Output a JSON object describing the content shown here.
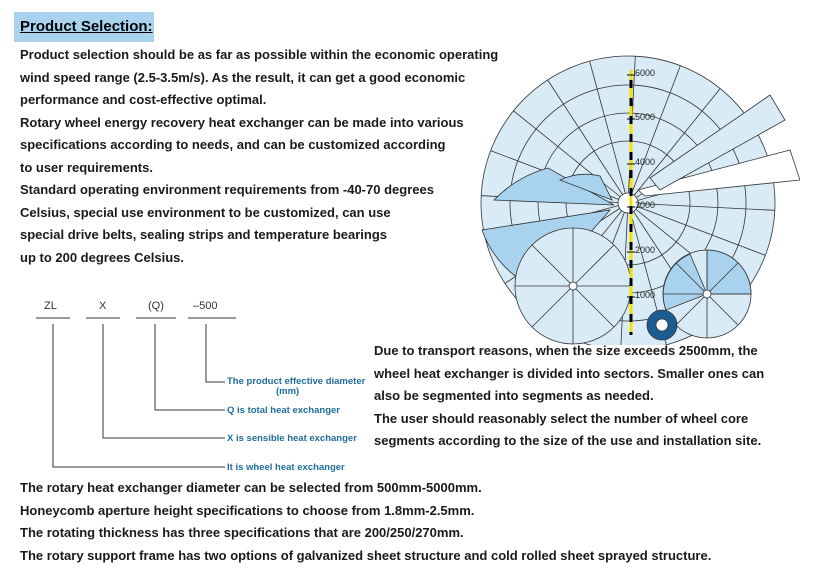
{
  "title": "Product Selection:",
  "intro_lines": [
    "Product selection should be as far as possible within the economic operating",
    "wind speed range (2.5-3.5m/s). As the result, it can get a good economic",
    "performance and cost-effective optimal.",
    "Rotary wheel energy recovery heat exchanger can be made into various",
    "specifications according to needs, and can be customized according",
    "to user requirements.",
    "Standard operating environment requirements from -40-70 degrees",
    "Celsius, special use environment to be customized, can use",
    "special drive belts, sealing strips and temperature bearings",
    "up to 200 degrees Celsius."
  ],
  "model_code": {
    "parts": [
      "ZL",
      "X",
      "(Q)",
      "–500"
    ],
    "explanations": [
      "The product effective diameter",
      "(mm)",
      "Q is total heat exchanger",
      "X is sensible heat exchanger",
      "It is wheel heat exchanger"
    ]
  },
  "scale_labels": [
    "6000",
    "5000",
    "4000",
    "3000",
    "2000",
    "1000"
  ],
  "transport_lines": [
    "Due to transport reasons, when the size exceeds 2500mm, the",
    "wheel heat exchanger is divided into sectors. Smaller ones can",
    "also be segmented into segments as needed.",
    "The user should reasonably select the number of wheel core",
    "segments according to the size of the use and installation site."
  ],
  "bottom_lines": [
    "The rotary heat exchanger diameter can be selected from 500mm-5000mm.",
    "Honeycomb aperture height specifications to choose from 1.8mm-2.5mm.",
    "The rotating thickness has three specifications that are 200/250/270mm.",
    "The rotary support frame has two options of galvanized sheet structure and cold rolled sheet sprayed structure."
  ],
  "colors": {
    "title_bg": "#a8d2ee",
    "wheel_fill": "#d9ebf7",
    "sector_fill": "#a9d2ef",
    "caption_text": "#1f6e9c",
    "scale_yellow": "#f5e100",
    "small_wheel": "#1d5b93"
  }
}
